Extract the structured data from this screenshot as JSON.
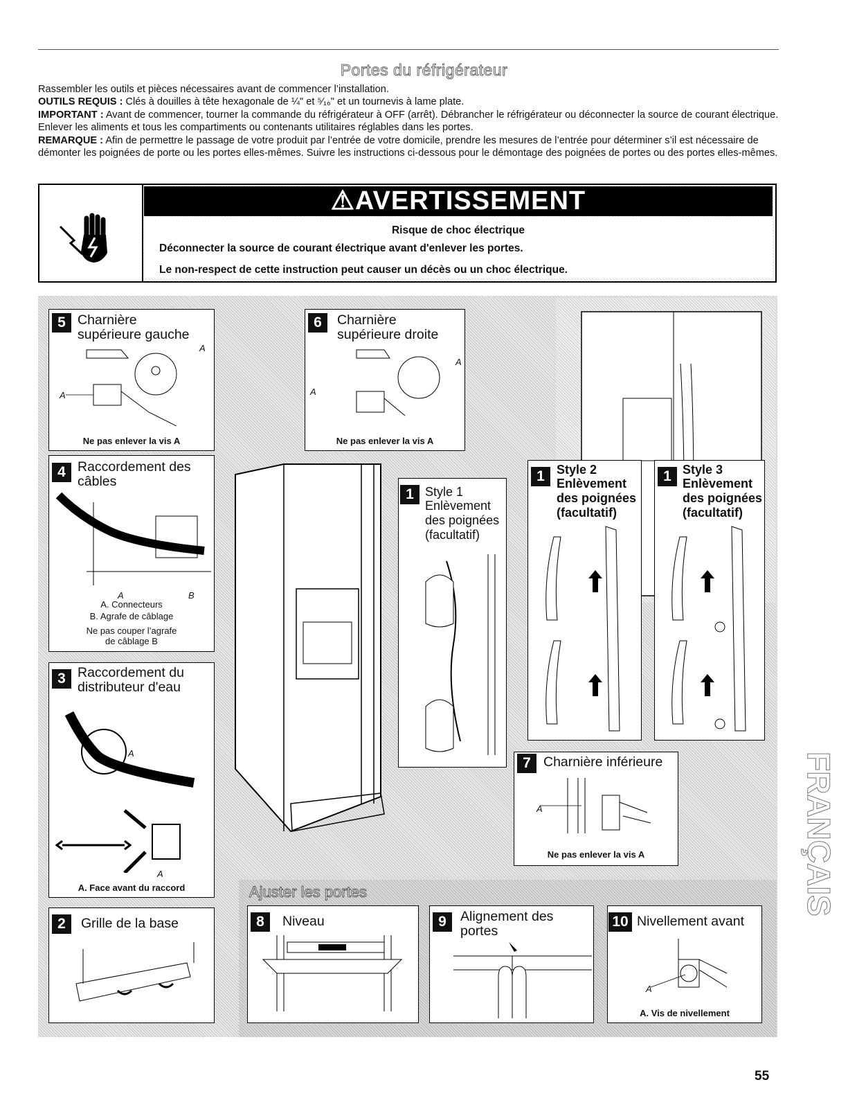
{
  "header": {
    "title": "Portes du réfrigérateur"
  },
  "intro": {
    "line1": "Rassembler les outils et pièces nécessaires avant de commencer l’installation.",
    "outils_label": "OUTILS REQUIS :",
    "outils_text": "Clés à douilles à tête hexagonale de ¼\" et ⁵⁄₁₆\" et un tournevis à lame plate.",
    "important_label": "IMPORTANT :",
    "important_text": "Avant de commencer, tourner la commande du réfrigérateur à OFF (arrêt). Débrancher le réfrigérateur ou déconnecter la source de courant électrique. Enlever les aliments et tous les compartiments ou contenants utilitaires réglables dans les portes.",
    "remarque_label": "REMARQUE :",
    "remarque_text": "Afin de permettre le passage de votre produit par l’entrée de votre domicile, prendre les mesures de l’entrée pour déterminer s’il est nécessaire de démonter les poignées de porte ou les portes elles-mêmes. Suivre les instructions ci-dessous pour le démontage des poignées de portes ou des portes elles-mêmes."
  },
  "warning": {
    "heading": "⚠AVERTISSEMENT",
    "line1": "Risque de choc électrique",
    "line2": "Déconnecter la source de courant électrique avant d'enlever les portes.",
    "line3": "Le non-respect de cette instruction peut causer un décès ou un choc électrique.",
    "icon": "electric-shock-hand-icon"
  },
  "panels": {
    "p5": {
      "num": "5",
      "title_a": "Charnière",
      "title_b": "supérieure gauche",
      "label_a": "A",
      "caption": "Ne pas enlever la vis A"
    },
    "p6": {
      "num": "6",
      "title_a": "Charnière",
      "title_b": "supérieure droite",
      "label_a": "A",
      "caption": "Ne pas enlever la vis A"
    },
    "p4": {
      "num": "4",
      "title_a": "Raccordement des",
      "title_b": "câbles",
      "label_a": "A",
      "label_b": "B",
      "cap1": "A. Connecteurs",
      "cap2": "B. Agrafe de câblage",
      "cap3": "Ne pas couper l’agrafe",
      "cap4": "de câblage B"
    },
    "p3": {
      "num": "3",
      "title_a": "Raccordement du",
      "title_b": "distributeur d'eau",
      "label_a": "A",
      "caption": "A. Face avant du raccord"
    },
    "p2": {
      "num": "2",
      "title": "Grille de la base"
    },
    "p1a": {
      "num": "1",
      "title_a": "Style 1",
      "title_b": "Enlèvement",
      "title_c": "des poignées",
      "title_d": "(facultatif)"
    },
    "p1b": {
      "num": "1",
      "title_a": "Style 2",
      "title_b": "Enlèvement",
      "title_c": "des poignées",
      "title_d": "(facultatif)"
    },
    "p1c": {
      "num": "1",
      "title_a": "Style 3",
      "title_b": "Enlèvement",
      "title_c": "des poignées",
      "title_d": "(facultatif)"
    },
    "p7": {
      "num": "7",
      "title": "Charnière inférieure",
      "label_a": "A",
      "caption": "Ne pas enlever la vis A"
    },
    "ajuster": "Ajuster les portes",
    "p8": {
      "num": "8",
      "title": "Niveau"
    },
    "p9": {
      "num": "9",
      "title_a": "Alignement des",
      "title_b": "portes"
    },
    "p10": {
      "num": "10",
      "title": "Nivellement avant",
      "label_a": "A",
      "caption": "A. Vis de nivellement"
    }
  },
  "side_label": "FRANÇAIS",
  "page_number": "55"
}
